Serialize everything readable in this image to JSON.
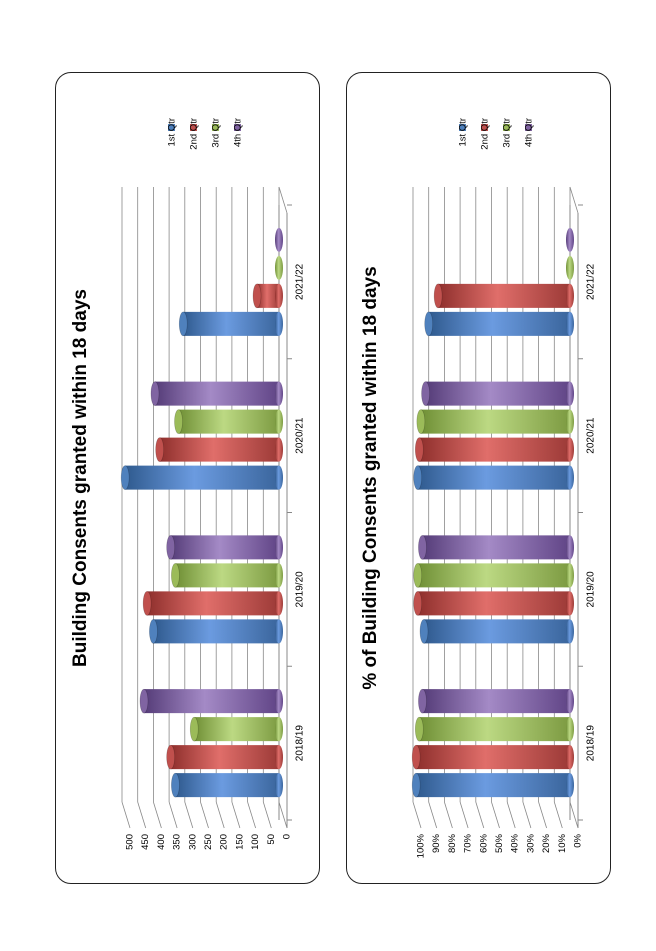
{
  "chart_data": [
    {
      "type": "bar",
      "title": "Building Consents granted within 18 days",
      "categories": [
        "2018/19",
        "2019/20",
        "2020/21",
        "2021/22"
      ],
      "ylim": [
        0,
        500
      ],
      "yticks": [
        "0",
        "50",
        "100",
        "150",
        "200",
        "250",
        "300",
        "350",
        "400",
        "450",
        "500"
      ],
      "series": [
        {
          "name": "1st Qtr",
          "color": "#4f81bd",
          "values": [
            330,
            400,
            490,
            305
          ]
        },
        {
          "name": "2nd Qtr",
          "color": "#c0504d",
          "values": [
            345,
            420,
            380,
            70
          ]
        },
        {
          "name": "3rd Qtr",
          "color": "#9bbb59",
          "values": [
            270,
            330,
            320,
            0
          ]
        },
        {
          "name": "4th Qtr",
          "color": "#8064a2",
          "values": [
            430,
            345,
            395,
            0
          ]
        }
      ],
      "grid": true,
      "legend": "right",
      "orientation": "rotated 90° counter-clockwise"
    },
    {
      "type": "bar",
      "title": "% of Building Consents granted within 18 days",
      "categories": [
        "2018/19",
        "2019/20",
        "2020/21",
        "2021/22"
      ],
      "ylim": [
        0,
        100
      ],
      "yticks": [
        "0%",
        "10%",
        "20%",
        "30%",
        "40%",
        "50%",
        "60%",
        "70%",
        "80%",
        "90%",
        "100%"
      ],
      "series": [
        {
          "name": "1st Qtr",
          "color": "#4f81bd",
          "values": [
            98,
            93,
            97,
            90
          ]
        },
        {
          "name": "2nd Qtr",
          "color": "#c0504d",
          "values": [
            98,
            97,
            96,
            84
          ]
        },
        {
          "name": "3rd Qtr",
          "color": "#9bbb59",
          "values": [
            96,
            97,
            95,
            0
          ]
        },
        {
          "name": "4th Qtr",
          "color": "#8064a2",
          "values": [
            94,
            94,
            92,
            0
          ]
        }
      ],
      "grid": true,
      "legend": "right",
      "orientation": "rotated 90° counter-clockwise"
    }
  ]
}
